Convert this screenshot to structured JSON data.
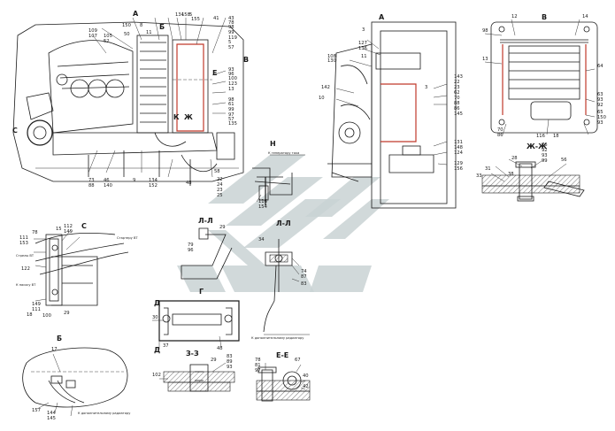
{
  "views": {
    "main": "A",
    "a_title": "А",
    "v_title": "В",
    "zhzh_title": "Ж-Ж",
    "n_title": "Н",
    "ll_title": "Л-Л",
    "s_title": "С",
    "b_title": "Б",
    "g_title": "Г",
    "zz_title": "З-З",
    "ee_title": "Е-Е",
    "d_mark": "Д",
    "l_mark": "Л",
    "k_mark": "К",
    "zh_mark": "Ж",
    "e_mark": "Е",
    "v_mark": "В",
    "c_mark": "С",
    "b_mark": "Б",
    "sec_mark": "А"
  },
  "callouts": {
    "main_top": [
      "109",
      "107",
      "134",
      "158",
      "5",
      "41",
      "43",
      "78",
      "98",
      "105",
      "52",
      "150",
      "8",
      "155",
      "99",
      "50",
      "11",
      "119",
      "5",
      "57",
      "93",
      "96",
      "100",
      "123",
      "13",
      "98",
      "61",
      "99",
      "97",
      "57",
      "135"
    ],
    "main_bottom": [
      "73",
      "88",
      "46",
      "140",
      "9",
      "134",
      "152",
      "48",
      "22",
      "24",
      "23",
      "25",
      "58"
    ],
    "a_left": [
      "3",
      "127",
      "136",
      "108",
      "130",
      "11",
      "142",
      "10",
      "143",
      "22",
      "23",
      "62",
      "70",
      "88",
      "86",
      "145",
      "3",
      "131",
      "148",
      "124",
      "129",
      "156"
    ],
    "v_nums": [
      "98",
      "12",
      "14",
      "13",
      "64",
      "63",
      "93",
      "92",
      "70",
      "86",
      "65",
      "150",
      "18",
      "116",
      "93"
    ],
    "zhzh_nums": [
      "28",
      "31",
      "33",
      "76",
      "92",
      "93",
      "99",
      "56",
      "38"
    ],
    "n_nums": [
      "116",
      "154"
    ],
    "ll_nums": [
      "29",
      "79",
      "96",
      "34",
      "74",
      "87",
      "83"
    ],
    "s_nums": [
      "78",
      "111",
      "15",
      "112",
      "149",
      "153",
      "122",
      "149",
      "111",
      "18",
      "100",
      "29"
    ],
    "b_nums": [
      "17",
      "157",
      "144",
      "145"
    ],
    "g_nums": [
      "30",
      "37",
      "48"
    ],
    "zz_nums": [
      "83",
      "89",
      "93",
      "102",
      "29"
    ],
    "ee_nums": [
      "78",
      "81",
      "97",
      "67",
      "40",
      "42"
    ]
  },
  "notes": {
    "n_note": "К генератору тока",
    "s_note_top": "Стартеру ВТ",
    "s_note_left1": "Стрелы ВТ",
    "s_note_left2": "К насосу ВТ",
    "ll_note": "К дополнительному радиатору",
    "b_note": "К дополнительному радиатору"
  },
  "icons": {
    "watermark": "company-logo-watermark"
  },
  "colors": {
    "ink": "#1a1a1a",
    "accent": "#c0392b",
    "watermark": "#c9d2d4"
  }
}
